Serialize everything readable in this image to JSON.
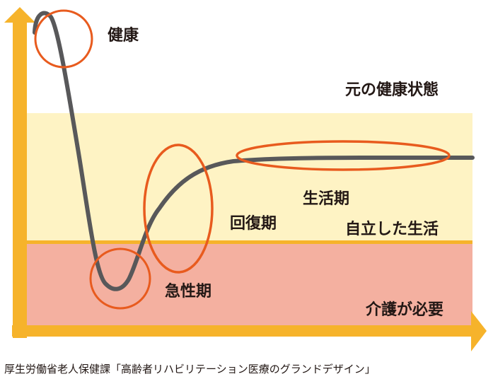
{
  "labels": {
    "health": "健康",
    "original_health": "元の健康状態",
    "life_phase": "生活期",
    "recovery_phase": "回復期",
    "independent_living": "自立した生活",
    "acute_phase": "急性期",
    "care_needed": "介護が必要"
  },
  "caption": "厚生労働省老人保健課「高齢者リハビリテーション医療のグランドデザイン」",
  "colors": {
    "axis": "#F6B32B",
    "independent_band": "#FEF3C4",
    "care_band": "#F4B0A0",
    "threshold_line": "#F6B32B",
    "curve": "#58585A",
    "highlight": "#E85B1E"
  }
}
